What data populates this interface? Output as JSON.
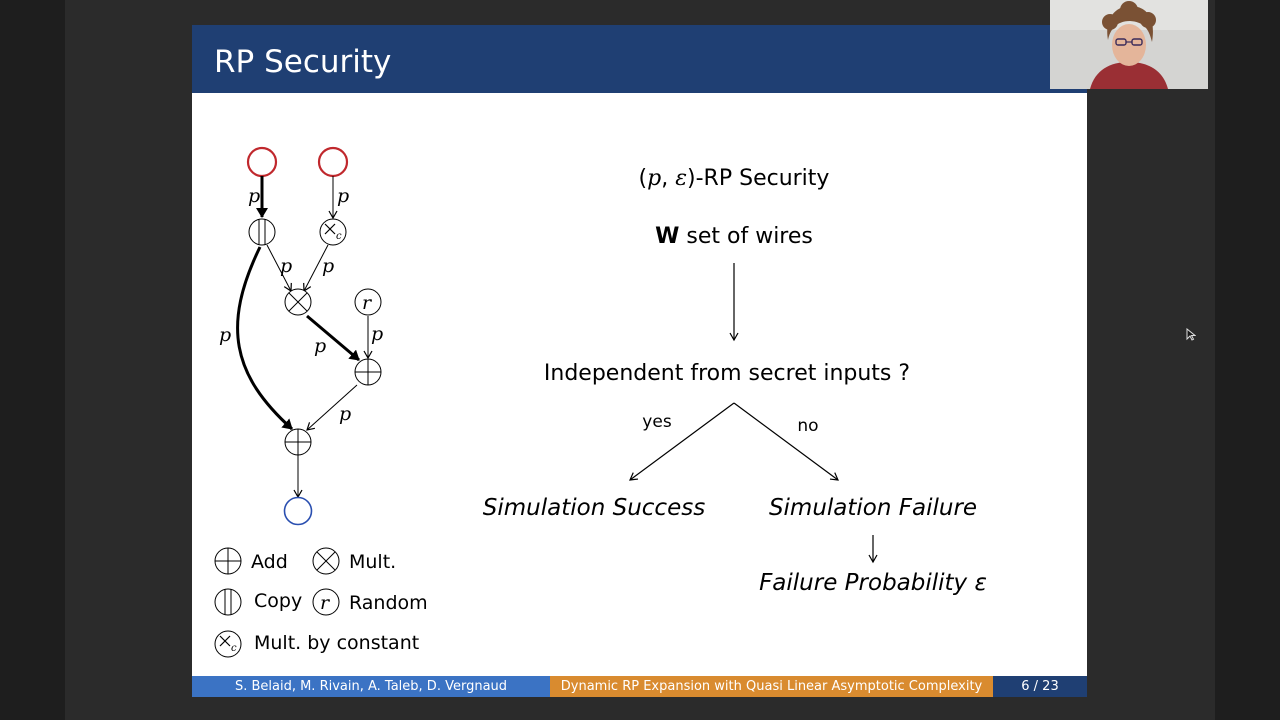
{
  "slide": {
    "title": "RP Security",
    "circuit": {
      "edge_label": "p",
      "random_label": "r",
      "mult_const_subscript": "c"
    },
    "legend": {
      "add": "Add",
      "mult": "Mult.",
      "copy": "Copy",
      "random": "Random",
      "mult_const": "Mult. by constant"
    },
    "flow": {
      "security_prefix": "(",
      "security_p": "p",
      "security_comma": ", ",
      "security_eps": "ε",
      "security_suffix": ")-RP Security",
      "wires_bold": "W",
      "wires_text": " set of wires",
      "question": "Independent from secret inputs ?",
      "yes": "yes",
      "no": "no",
      "success": "Simulation Success",
      "failure": "Simulation Failure",
      "failure_prob": "Failure Probability ε"
    },
    "footer": {
      "authors": "S. Belaid, M. Rivain, A. Taleb, D. Vergnaud",
      "talk_title": "Dynamic RP Expansion with Quasi Linear Asymptotic Complexity",
      "page": "6 / 23"
    }
  },
  "colors": {
    "header": "#1f3f73",
    "footer_authors": "#3b73c4",
    "footer_title": "#d98b2f",
    "input_node": "#c0282d",
    "output_node": "#2a4fb0"
  }
}
